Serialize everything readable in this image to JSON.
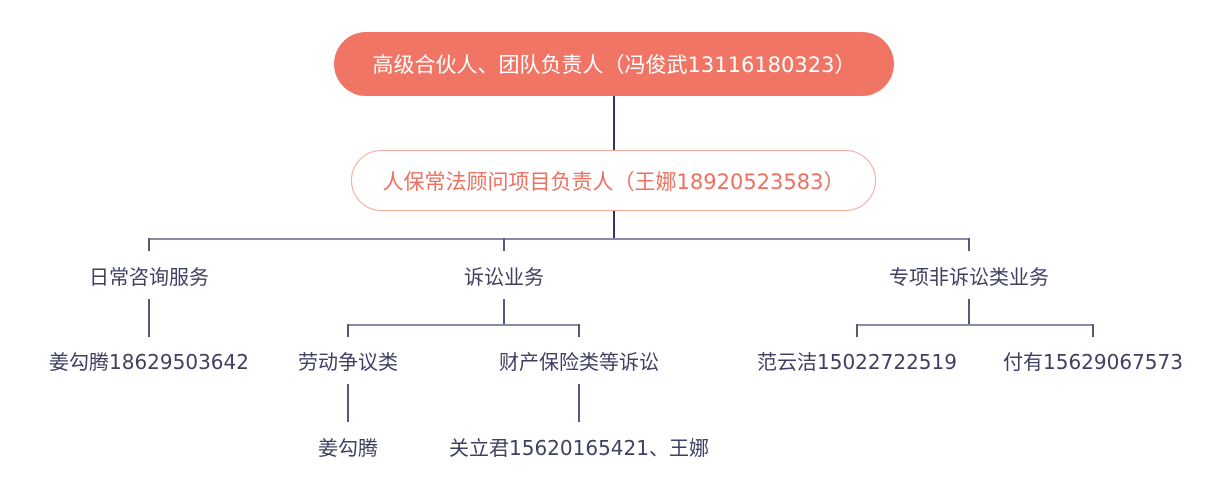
{
  "root": "高级合伙人、团队负责人（冯俊武13116180323）",
  "project_lead": "人保常法顾问项目负责人（王娜18920523583）",
  "branches": [
    {
      "label": "日常咨询服务",
      "children": [
        {
          "label": "姜勾腾18629503642"
        }
      ]
    },
    {
      "label": "诉讼业务",
      "children": [
        {
          "label": "劳动争议类",
          "children": [
            {
              "label": "姜勾腾"
            }
          ]
        },
        {
          "label": "财产保险类等诉讼",
          "children": [
            {
              "label": "关立君15620165421、王娜"
            }
          ]
        }
      ]
    },
    {
      "label": "专项非诉讼类业务",
      "children": [
        {
          "label": "范云洁15022722519"
        },
        {
          "label": "付有15629067573"
        }
      ]
    }
  ],
  "colors": {
    "root_fill": "#f07565",
    "lead_text": "#ef6f5f",
    "text": "#3f4163",
    "line": "#55597a"
  }
}
